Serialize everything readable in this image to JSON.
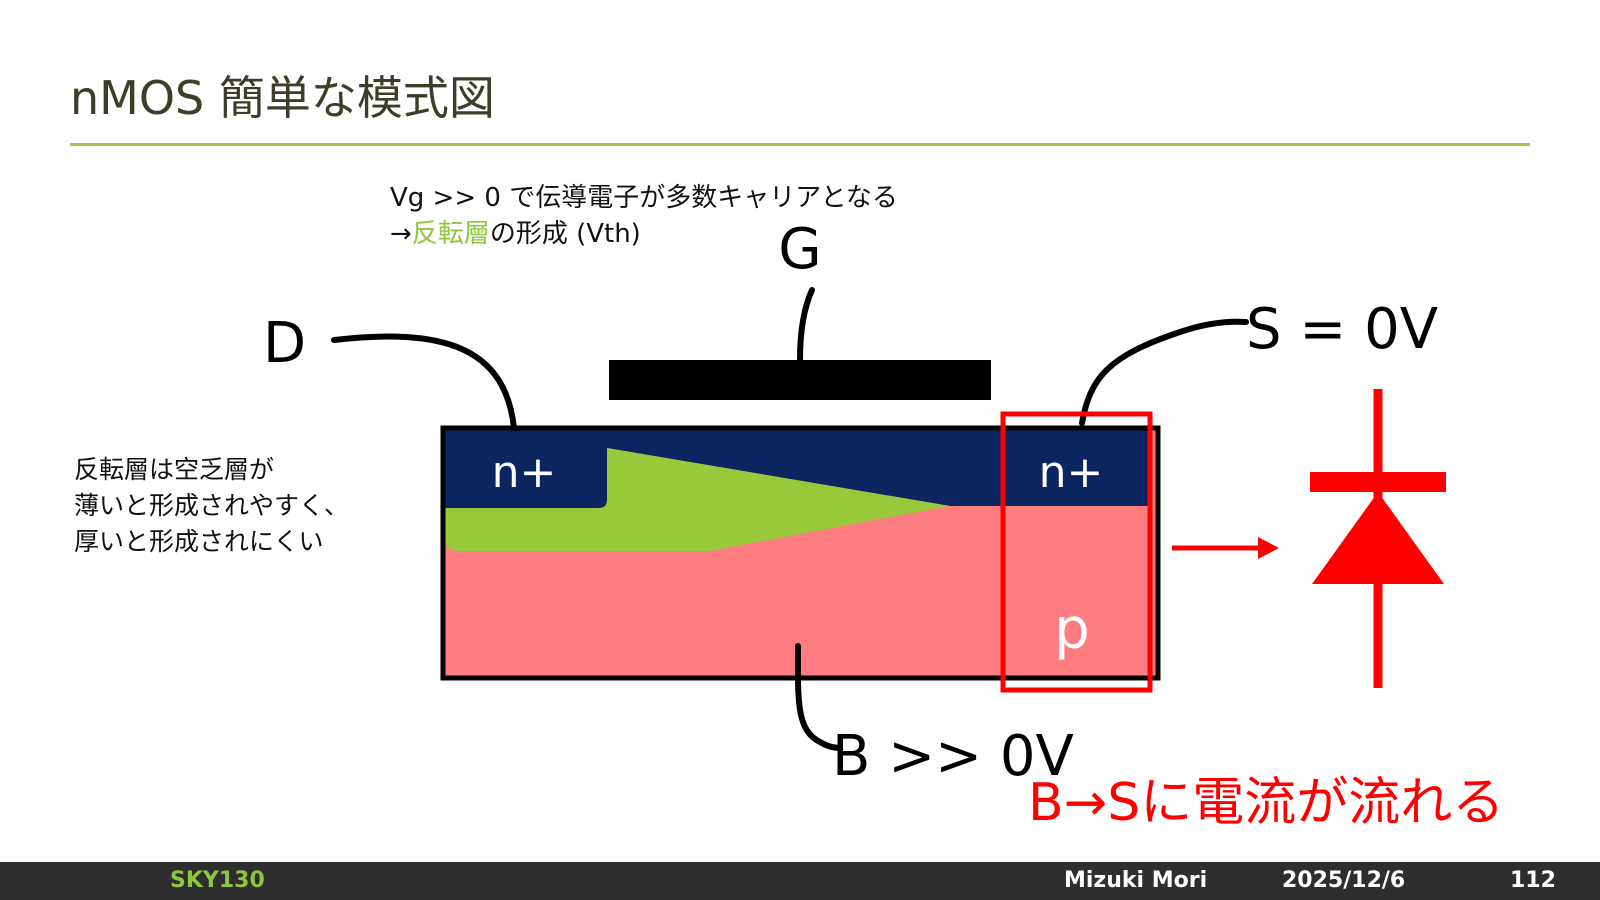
{
  "slide": {
    "title": "nMOS 簡単な模式図",
    "note_line1": "Vg >> 0 で伝導電子が多数キャリアとなる",
    "note_line2_prefix": "→",
    "note_line2_highlight": "反転層",
    "note_line2_suffix": "の形成 (Vth)",
    "side_note": [
      "反転層は空乏層が",
      "薄いと形成されやすく、",
      "厚いと形成されにくい"
    ]
  },
  "diagram": {
    "gate_label": "G",
    "drain_label": "D",
    "source_label": "S = 0V",
    "body_label": "B >> 0V",
    "drain_region": "n+",
    "source_region": "n+",
    "substrate_label": "p",
    "current_caption": "B→Sに電流が流れる",
    "colors": {
      "n_region": "#0b2561",
      "p_region": "#ff7c80",
      "inversion_layer": "#99c93b",
      "gate": "#000000",
      "highlight": "#ff0000"
    }
  },
  "footer": {
    "course": "SKY130",
    "author": "Mizuki Mori",
    "date": "2025/12/6",
    "page": "112"
  }
}
